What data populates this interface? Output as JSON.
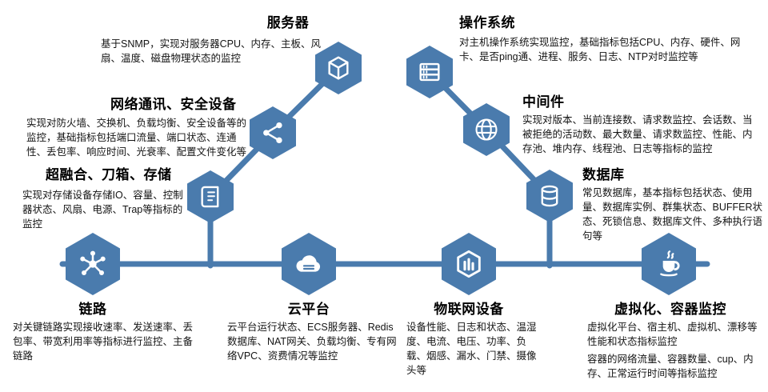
{
  "diagram": {
    "accent_color": "#4A7BAD",
    "background_color": "#FFFFFF",
    "nodes": [
      {
        "id": "server",
        "title": "服务器",
        "icon": "cube-icon",
        "desc": "基于SNMP，实现对服务器CPU、内存、主板、风扇、温度、磁盘物理状态的监控"
      },
      {
        "id": "os",
        "title": "操作系统",
        "icon": "server-rack-icon",
        "desc": "对主机操作系统实现监控，基础指标包括CPU、内存、硬件、网卡、是否ping通、进程、服务、日志、NTP对时监控等"
      },
      {
        "id": "network-security",
        "title": "网络通讯、安全设备",
        "icon": "share-network-icon",
        "desc": "实现对防火墙、交换机、负载均衡、安全设备等的监控，基础指标包括端口流量、端口状态、连通性、丢包率、响应时间、光衰率、配置文件变化等"
      },
      {
        "id": "middleware",
        "title": "中间件",
        "icon": "globe-icon",
        "desc": "实现对版本、当前连接数、请求数监控、会话数、当被拒绝的活动数、最大数量、请求数监控、性能、内存池、堆内存、线程池、日志等指标的监控"
      },
      {
        "id": "storage",
        "title": "超融合、刀箱、存储",
        "icon": "scroll-icon",
        "desc": "实现对存储设备存储IO、容量、控制器状态、风扇、电源、Trap等指标的监控"
      },
      {
        "id": "database",
        "title": "数据库",
        "icon": "database-icon",
        "desc": "常见数据库，基本指标包括状态、使用量、数据库实例、群集状态、BUFFER状态、死锁信息、数据库文件、多种执行语句等"
      },
      {
        "id": "link",
        "title": "链路",
        "icon": "network-hub-icon",
        "desc": "对关键链路实现接收速率、发送速率、丢包率、带宽利用率等指标进行监控、主备链路"
      },
      {
        "id": "cloud",
        "title": "云平台",
        "icon": "cloud-icon",
        "desc": "云平台运行状态、ECS服务器、Redis数据库、NAT网关、负载均衡、专有网络VPC、资费情况等监控"
      },
      {
        "id": "iot",
        "title": "物联网设备",
        "icon": "iot-device-icon",
        "desc": "设备性能、日志和状态、温湿度、电流、电压、功率、负载、烟感、漏水、门禁、摄像头等"
      },
      {
        "id": "virtualization",
        "title": "虚拟化、容器监控",
        "icon": "java-icon",
        "desc": "虚拟化平台、宿主机、虚拟机、漂移等性能和状态指标监控",
        "desc2": "容器的网络流量、容器数量、cup、内存、正常运行时间等指标监控"
      }
    ]
  }
}
